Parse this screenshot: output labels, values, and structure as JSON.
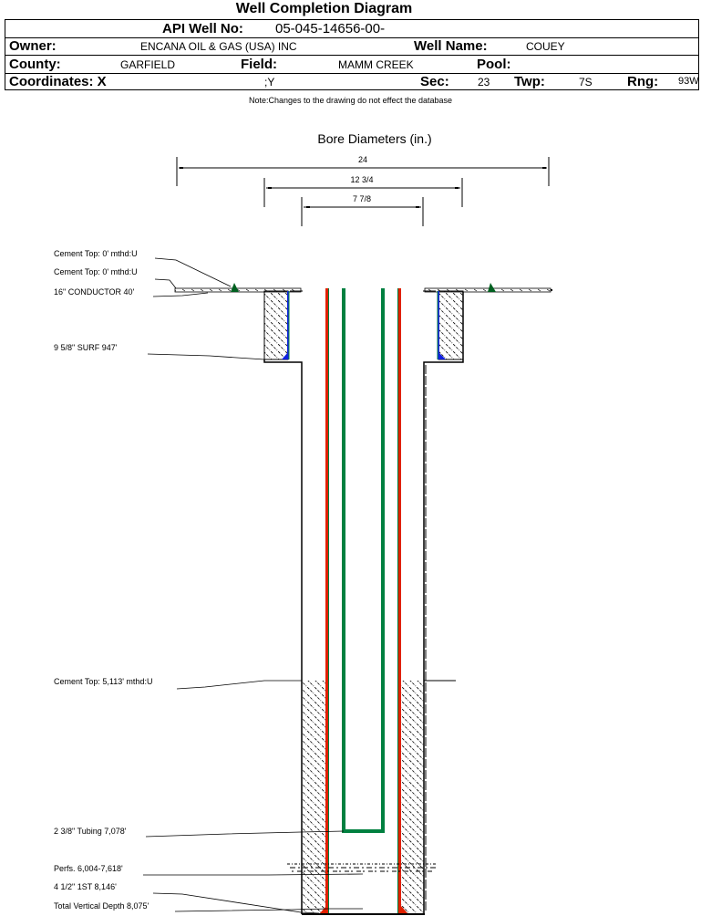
{
  "title": "Well Completion Diagram",
  "header": {
    "api_label": "API Well No:",
    "api_value": "05-045-14656-00-",
    "owner_label": "Owner:",
    "owner_value": "ENCANA OIL & GAS (USA) INC",
    "well_name_label": "Well Name:",
    "well_name_value": "COUEY",
    "county_label": "County:",
    "county_value": "GARFIELD",
    "field_label": "Field:",
    "field_value": "MAMM CREEK",
    "pool_label": "Pool:",
    "pool_value": "",
    "coords_label": "Coordinates: X",
    "coords_y": ";Y",
    "sec_label": "Sec:",
    "sec_value": "23",
    "twp_label": "Twp:",
    "twp_value": "7S",
    "rng_label": "Rng:",
    "rng_value": "93W"
  },
  "note": "Note:Changes to the drawing do not effect the database",
  "diagram": {
    "bore_title": "Bore Diameters (in.)",
    "bore_diameters": [
      "24",
      "12 3/4",
      "7 7/8"
    ],
    "labels": {
      "cement_top_1": "Cement Top: 0' mthd:U",
      "cement_top_2": "Cement Top: 0' mthd:U",
      "conductor": "16\" CONDUCTOR  40'",
      "surface": "9 5/8\" SURF      947'",
      "cement_top_3": "Cement Top: 5,113' mthd:U",
      "tubing": "2 3/8\" Tubing 7,078'",
      "perfs": "Perfs. 6,004-7,618'",
      "production": "4 1/2\" 1ST        8,146'",
      "tvd": "Total Vertical Depth 8,075'"
    },
    "colors": {
      "production_casing": "#e02000",
      "tubing": "#008040",
      "surface_casing": "#1020e0",
      "cement_marker": "#006020"
    }
  }
}
